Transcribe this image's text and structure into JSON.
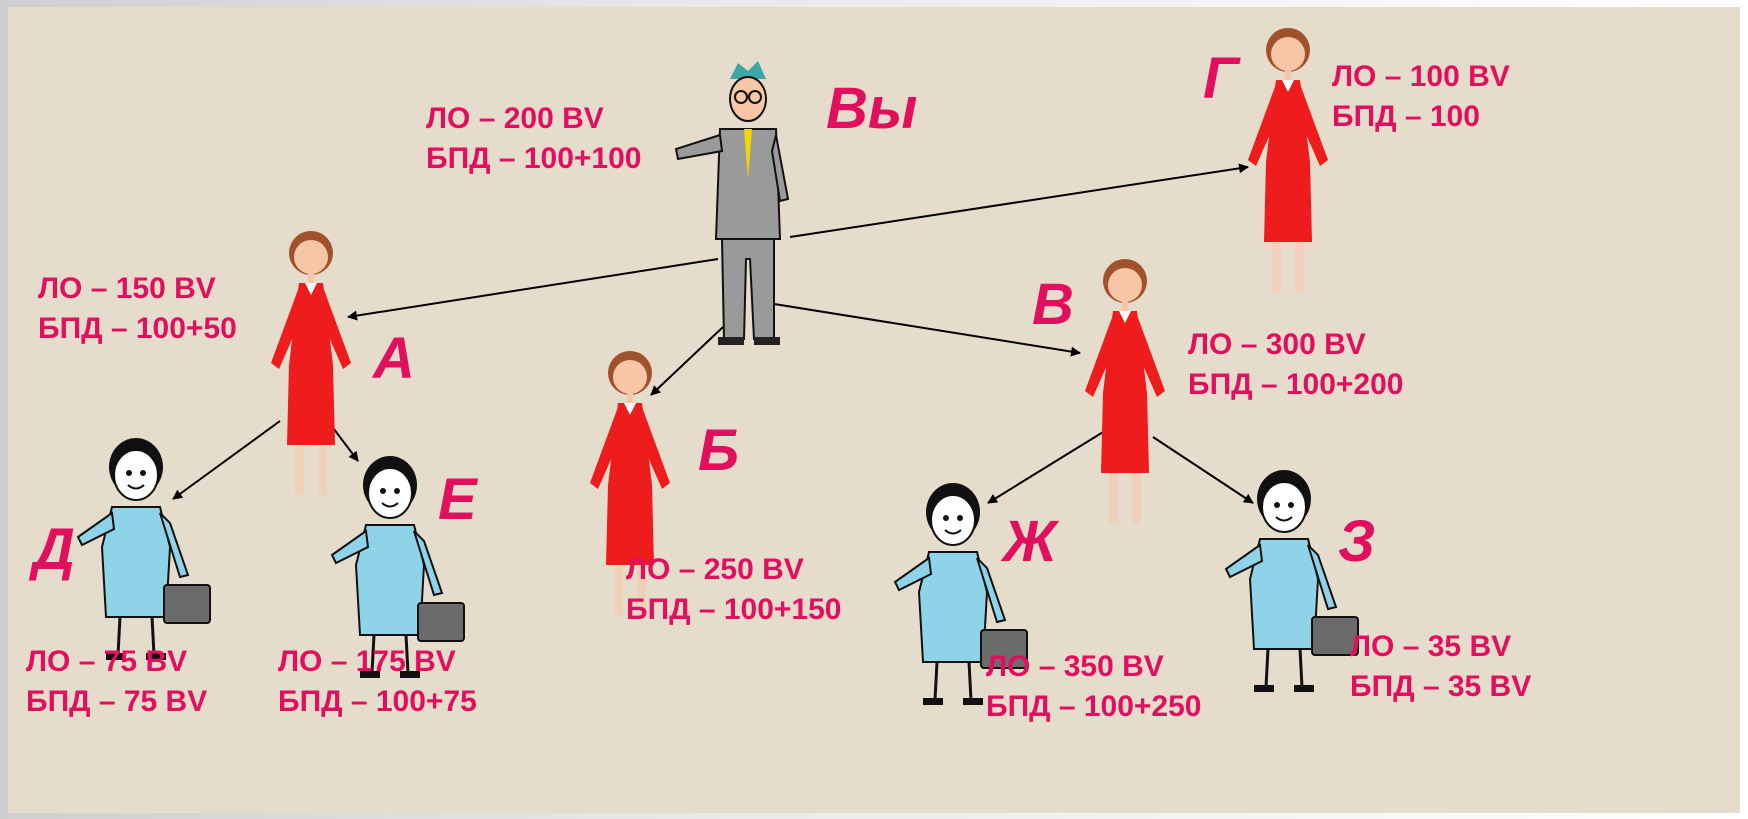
{
  "colors": {
    "background": "#e6dccb",
    "text": "#e0105e",
    "dress": "#ee1c1c",
    "suit": "#9a9a9a",
    "jacket": "#8fd3e8"
  },
  "nodes": {
    "you": {
      "name": "Вы",
      "lo": "ЛО – 200 BV",
      "bpd": "БПД – 100+100",
      "figure": "man-icon"
    },
    "a": {
      "name": "А",
      "lo": "ЛО – 150 BV",
      "bpd": "БПД – 100+50",
      "figure": "woman-icon"
    },
    "b": {
      "name": "Б",
      "lo": "ЛО – 250 BV",
      "bpd": "БПД – 100+150",
      "figure": "woman-icon"
    },
    "v": {
      "name": "В",
      "lo": "ЛО – 300 BV",
      "bpd": "БПД – 100+200",
      "figure": "woman-icon"
    },
    "g": {
      "name": "Г",
      "lo": "ЛО – 100 BV",
      "bpd": "БПД – 100",
      "figure": "woman-icon"
    },
    "d": {
      "name": "Д",
      "lo": "ЛО – 75 BV",
      "bpd": "БПД – 75 BV",
      "figure": "businesswoman-icon"
    },
    "e": {
      "name": "Е",
      "lo": "ЛО – 175 BV",
      "bpd": "БПД – 100+75",
      "figure": "businesswoman-icon"
    },
    "zh": {
      "name": "Ж",
      "lo": "ЛО – 350 BV",
      "bpd": "БПД – 100+250",
      "figure": "businesswoman-icon"
    },
    "z": {
      "name": "З",
      "lo": "ЛО – 35 BV",
      "bpd": "БПД – 35 BV",
      "figure": "businesswoman-icon"
    }
  },
  "edges": [
    {
      "from": "you",
      "to": "a"
    },
    {
      "from": "you",
      "to": "b"
    },
    {
      "from": "you",
      "to": "v"
    },
    {
      "from": "you",
      "to": "g"
    },
    {
      "from": "a",
      "to": "d"
    },
    {
      "from": "a",
      "to": "e"
    },
    {
      "from": "v",
      "to": "zh"
    },
    {
      "from": "v",
      "to": "z"
    }
  ]
}
